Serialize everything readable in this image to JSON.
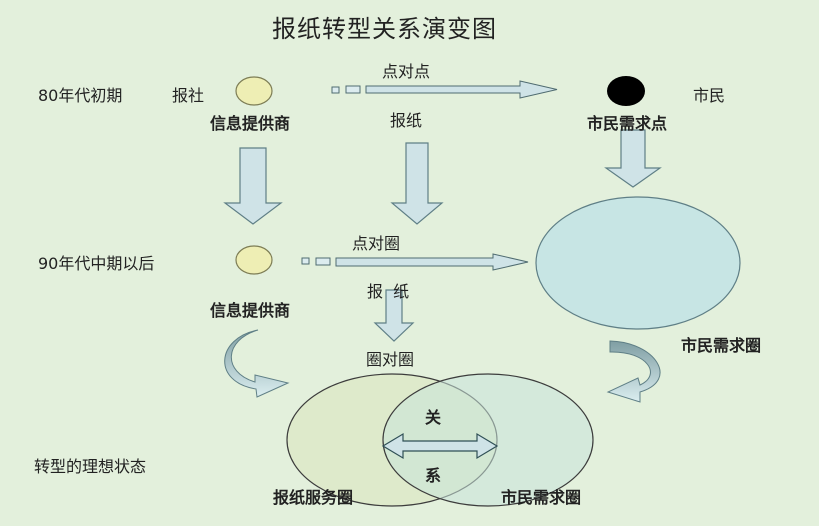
{
  "title": "报纸转型关系演变图",
  "row1": {
    "era": "80年代初期",
    "source": "报社",
    "provider": "信息提供商",
    "relation": "点对点",
    "medium": "报纸",
    "citizen": "市民",
    "demand": "市民需求点"
  },
  "row2": {
    "era": "90年代中期以后",
    "provider": "信息提供商",
    "relation": "点对圈",
    "medium": "报  纸",
    "demand": "市民需求圈"
  },
  "row3": {
    "relation": "圈对圈",
    "state": "转型的理想状态",
    "left_circle": "报纸服务圈",
    "right_circle": "市民需求圈",
    "center_top": "关",
    "center_bottom": "系"
  },
  "colors": {
    "background": "#e3f0dc",
    "arrow_fill": "#cfe3e7",
    "arrow_stroke": "#5f7f86",
    "node_yellow": "#eeeeb4",
    "big_circle": "#c7e5e4",
    "venn_left": "#dde9c8",
    "venn_right": "#c8e4da"
  }
}
